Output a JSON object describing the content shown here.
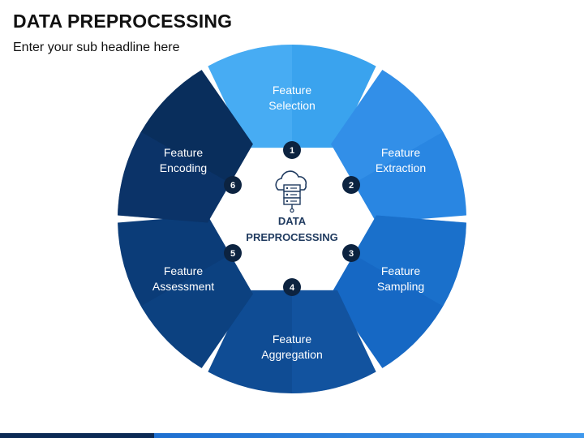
{
  "title": "DATA PREPROCESSING",
  "subtitle": "Enter your sub headline here",
  "center": {
    "line1": "DATA",
    "line2": "PREPROCESSING",
    "icon": "cloud-server-icon"
  },
  "segments": [
    {
      "number": "1",
      "line1": "Feature",
      "line2": "Selection",
      "color": "#3aa3ee",
      "shade": "#52b5f7"
    },
    {
      "number": "2",
      "line1": "Feature",
      "line2": "Extraction",
      "color": "#2986e2",
      "shade": "#3b97ec"
    },
    {
      "number": "3",
      "line1": "Feature",
      "line2": "Sampling",
      "color": "#1668c4",
      "shade": "#1f76d2"
    },
    {
      "number": "4",
      "line1": "Feature",
      "line2": "Aggregation",
      "color": "#0f4c94",
      "shade": "#155aa7"
    },
    {
      "number": "5",
      "line1": "Feature",
      "line2": "Assessment",
      "color": "#0b3c78",
      "shade": "#0e4687"
    },
    {
      "number": "6",
      "line1": "Feature",
      "line2": "Encoding",
      "color": "#092e5c",
      "shade": "#0c3872"
    }
  ],
  "colors": {
    "badge": "#0c2340",
    "center_text": "#1f3a5f"
  }
}
